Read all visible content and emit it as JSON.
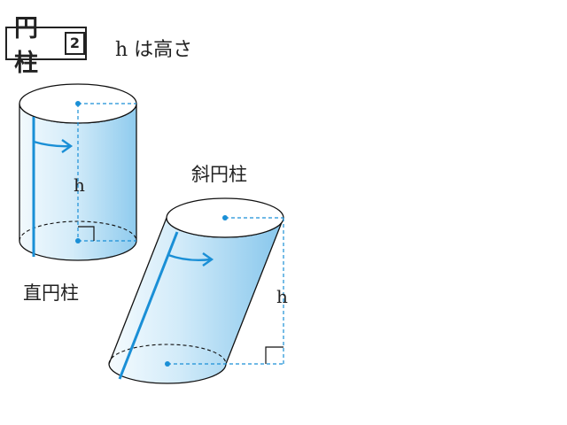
{
  "header": {
    "title": "円柱",
    "number": "2",
    "note_var": "h",
    "note_text": "は高さ"
  },
  "labels": {
    "right_cylinder": "直円柱",
    "oblique_cylinder": "斜円柱",
    "height_right": "h",
    "height_oblique": "h"
  },
  "colors": {
    "outline": "#111111",
    "accent": "#1a8fd6",
    "fill_light": "#e6f4fc",
    "fill_dark": "#8fcbee"
  }
}
